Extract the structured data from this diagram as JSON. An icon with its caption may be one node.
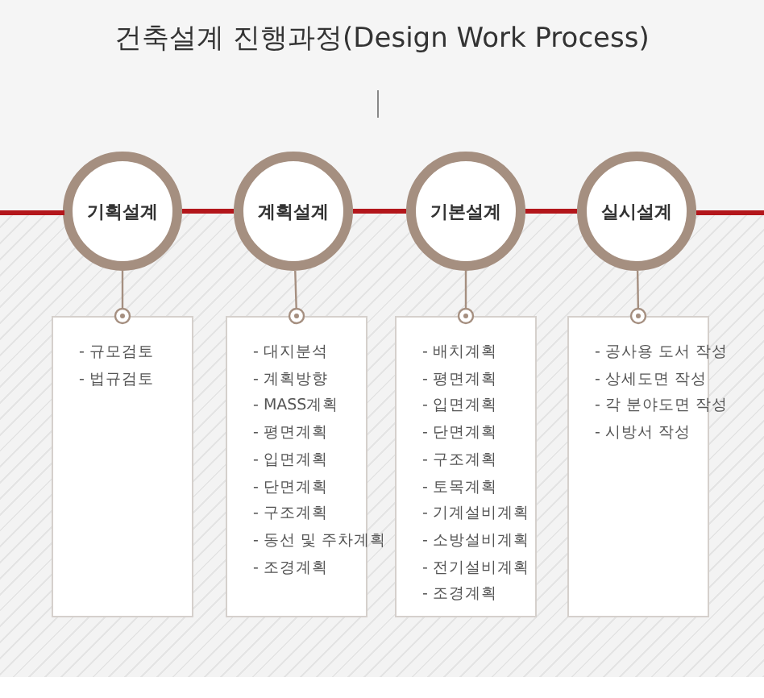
{
  "diagram": {
    "title": "건축설계 진행과정(Design Work Process)",
    "nodes": [
      {
        "text": [
          "기획설계"
        ]
      },
      {
        "text": [
          "계획설계"
        ]
      },
      {
        "text": [
          "기본설계"
        ]
      },
      {
        "text": [
          "실시설계"
        ]
      },
      {
        "text": [
          "- 규모검토",
          "- 법규검토"
        ]
      },
      {
        "text": [
          "- 대지분석",
          "- 계획방향",
          "- MASS계획",
          "- 평면계획",
          "- 입면계획",
          "- 단면계획",
          "- 구조계획",
          "- 동선 및 주차계획",
          "- 조경계획"
        ]
      },
      {
        "text": [
          "- 배치계획",
          "- 평면계획",
          "- 입면계획",
          "- 단면계획",
          "- 구조계획",
          "- 토목계획",
          "- 기계설비계획",
          "- 소방설비계획",
          "- 전기설비계획",
          "- 조경계획"
        ]
      },
      {
        "text": [
          "- 공사용 도서 작성",
          "- 상세도면 작성",
          "- 각 분야도면 작성",
          "- 시방서 작성"
        ]
      }
    ],
    "edges": [
      {
        "from": 0,
        "to": 1,
        "arrow": "none",
        "style": "thick",
        "color": "#b3161b"
      },
      {
        "from": 1,
        "to": 2,
        "arrow": "none",
        "style": "thick",
        "color": "#b3161b"
      },
      {
        "from": 2,
        "to": 3,
        "arrow": "none",
        "style": "thick",
        "color": "#b3161b"
      },
      {
        "from": 0,
        "to": 4,
        "arrow": "other"
      },
      {
        "from": 1,
        "to": 5,
        "arrow": "other"
      },
      {
        "from": 2,
        "to": 6,
        "arrow": "other"
      },
      {
        "from": 3,
        "to": 7,
        "arrow": "other"
      }
    ]
  }
}
